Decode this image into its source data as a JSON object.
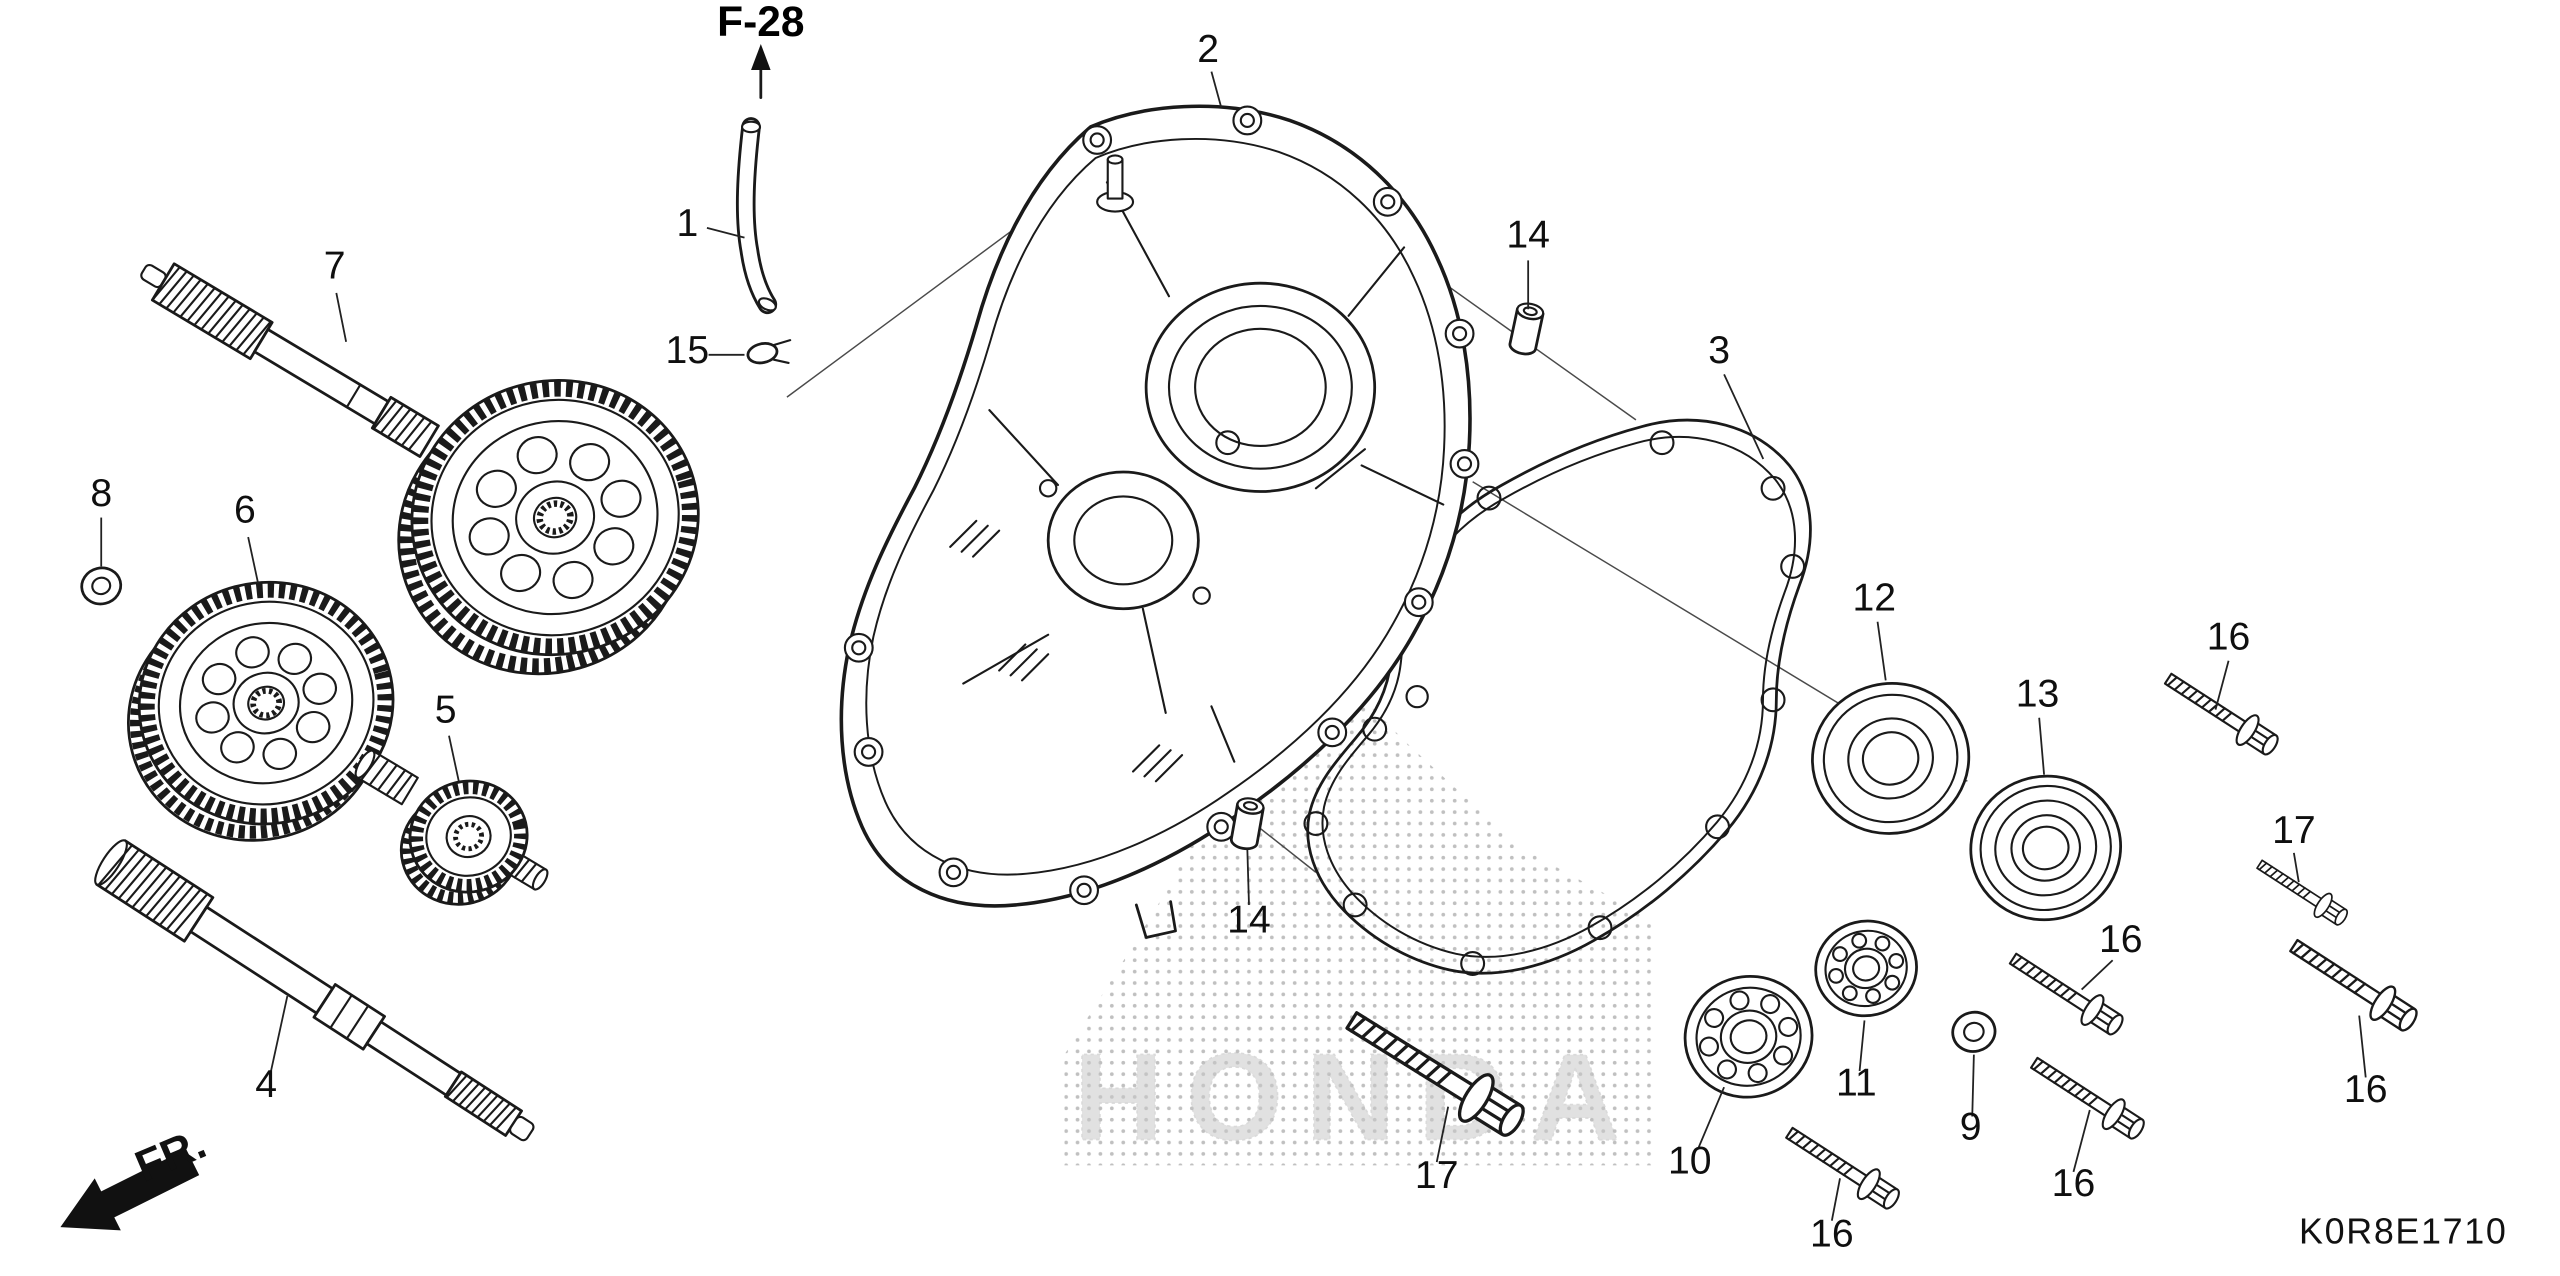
{
  "page": {
    "background_color": "#ffffff",
    "line_color": "#1a1a1a",
    "reference_label": "F-28",
    "diagram_code": "K0R8E1710",
    "direction_label": "FR.",
    "watermark_text": "HONDA"
  },
  "callouts": [
    {
      "label": "1"
    },
    {
      "label": "2"
    },
    {
      "label": "3"
    },
    {
      "label": "4"
    },
    {
      "label": "5"
    },
    {
      "label": "6"
    },
    {
      "label": "7"
    },
    {
      "label": "8"
    },
    {
      "label": "9"
    },
    {
      "label": "10"
    },
    {
      "label": "11"
    },
    {
      "label": "12"
    },
    {
      "label": "13"
    },
    {
      "label": "14"
    },
    {
      "label": "14"
    },
    {
      "label": "15"
    },
    {
      "label": "16"
    },
    {
      "label": "17"
    },
    {
      "label": "16"
    },
    {
      "label": "16"
    },
    {
      "label": "16"
    },
    {
      "label": "16"
    },
    {
      "label": "17"
    }
  ]
}
